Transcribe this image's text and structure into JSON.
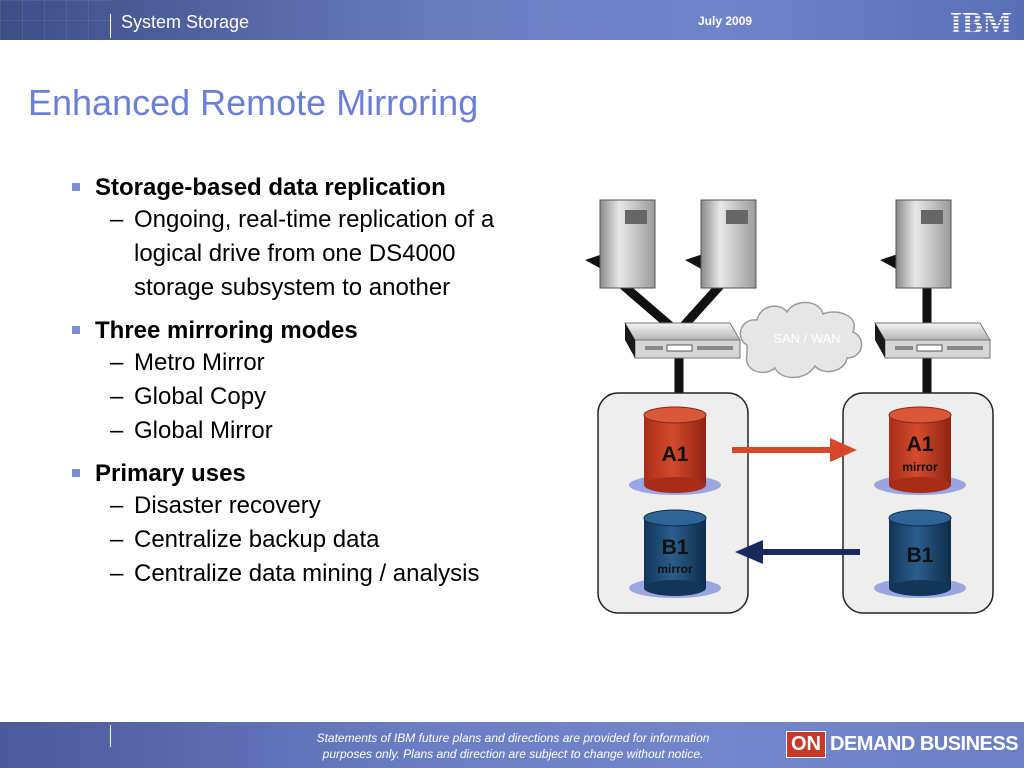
{
  "header": {
    "title": "System Storage",
    "date": "July 2009",
    "brand": "IBM"
  },
  "slide": {
    "title": "Enhanced Remote Mirroring"
  },
  "bullets": [
    {
      "label": "Storage-based data replication",
      "subs": [
        "Ongoing, real-time replication of a",
        "logical drive from one DS4000",
        "storage subsystem to another"
      ]
    },
    {
      "label": "Three mirroring modes",
      "subs": [
        "Metro Mirror",
        "Global Copy",
        "Global Mirror"
      ]
    },
    {
      "label": "Primary uses",
      "subs": [
        "Disaster recovery",
        "Centralize backup data",
        "Centralize data mining / analysis"
      ]
    }
  ],
  "diagram": {
    "network_label": "SAN / WAN",
    "left_site": {
      "top_volume": "A1",
      "bottom_volume": "B1",
      "bottom_volume_sub": "mirror"
    },
    "right_site": {
      "top_volume": "A1",
      "top_volume_sub": "mirror",
      "bottom_volume": "B1"
    },
    "colors": {
      "red_volume": "#c33a22",
      "blue_volume": "#1c4870",
      "arrow_red": "#d9472a",
      "arrow_blue": "#1b2a5c",
      "accent": "#6b7fd6"
    }
  },
  "footer": {
    "note_line1": "Statements of IBM future plans and directions are provided for information",
    "note_line2": "purposes only.  Plans and direction are subject to change without notice.",
    "logo_on": "ON",
    "logo_rest": "DEMAND BUSINESS"
  }
}
